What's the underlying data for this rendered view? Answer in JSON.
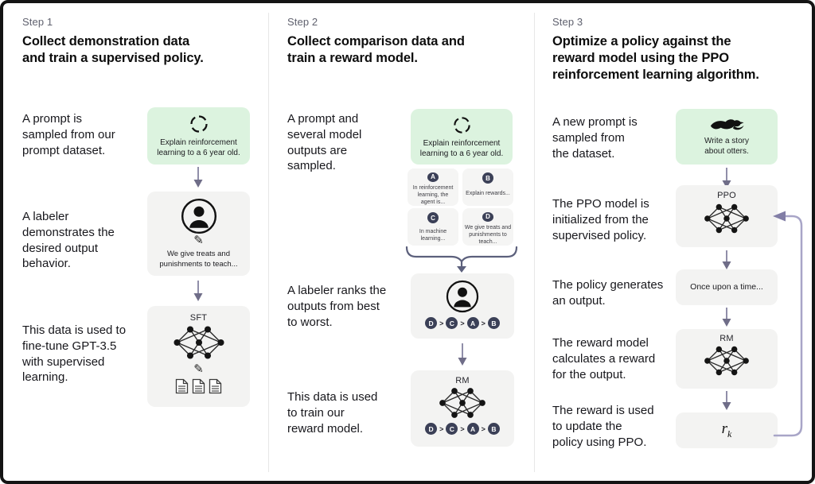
{
  "colors": {
    "green": "#dcf3df",
    "box": "#f3f3f2",
    "card": "#f5f5f4",
    "dark_circle": "#3b4057",
    "arrow_stem": "#908ea9",
    "arrow_head": "#6f6d88",
    "brace": "#5c607c",
    "loop": "#a8a5c7",
    "loop_head": "#827ea6",
    "divider": "#e7e7e7",
    "border": "#141414",
    "step_label": "#5f616e",
    "text": "#17171c"
  },
  "icons": {
    "pencil": "✎",
    "rank_separator": ">"
  },
  "steps": [
    {
      "label": "Step 1",
      "title": "Collect demonstration data\nand train a supervised policy.",
      "captions": [
        "A prompt is\nsampled from our\nprompt dataset.",
        "A labeler\ndemonstrates the\ndesired output\nbehavior.",
        "This data is used to\nfine-tune GPT-3.5\nwith supervised\nlearning."
      ],
      "prompt_box": {
        "text": "Explain reinforcement\nlearning to a 6 year old."
      },
      "labeler_box": {
        "text": "We give treats and\npunishments to teach..."
      },
      "sft_box": {
        "label": "SFT"
      }
    },
    {
      "label": "Step 2",
      "title": "Collect comparison data and\ntrain a reward model.",
      "captions": [
        "A prompt and\nseveral model\noutputs are\nsampled.",
        "A labeler ranks the\noutputs from best\nto worst.",
        "This data is used\nto train our\nreward model."
      ],
      "prompt_box": {
        "text": "Explain reinforcement\nlearning to a 6 year old."
      },
      "outputs": [
        {
          "letter": "A",
          "text": "In reinforcement\nlearning, the\nagent is..."
        },
        {
          "letter": "B",
          "text": "Explain rewards..."
        },
        {
          "letter": "C",
          "text": "In machine\nlearning..."
        },
        {
          "letter": "D",
          "text": "We give treats and\npunishments to\nteach..."
        }
      ],
      "ranking": [
        "D",
        "C",
        "A",
        "B"
      ],
      "rm_box": {
        "label": "RM"
      }
    },
    {
      "label": "Step 3",
      "title": "Optimize a policy against the\nreward model using the PPO\nreinforcement learning algorithm.",
      "captions": [
        "A new prompt is\nsampled from\nthe dataset.",
        "The PPO model is\ninitialized from the\nsupervised policy.",
        "The policy generates\nan output.",
        "The reward model\ncalculates a reward\nfor the output.",
        "The reward is used\nto update the\npolicy using PPO."
      ],
      "prompt_box": {
        "text": "Write a story\nabout otters."
      },
      "ppo_box": {
        "label": "PPO"
      },
      "output_box": {
        "text": "Once upon a time..."
      },
      "rm_box": {
        "label": "RM"
      },
      "reward_box": {
        "base": "r",
        "sub": "k"
      }
    }
  ]
}
